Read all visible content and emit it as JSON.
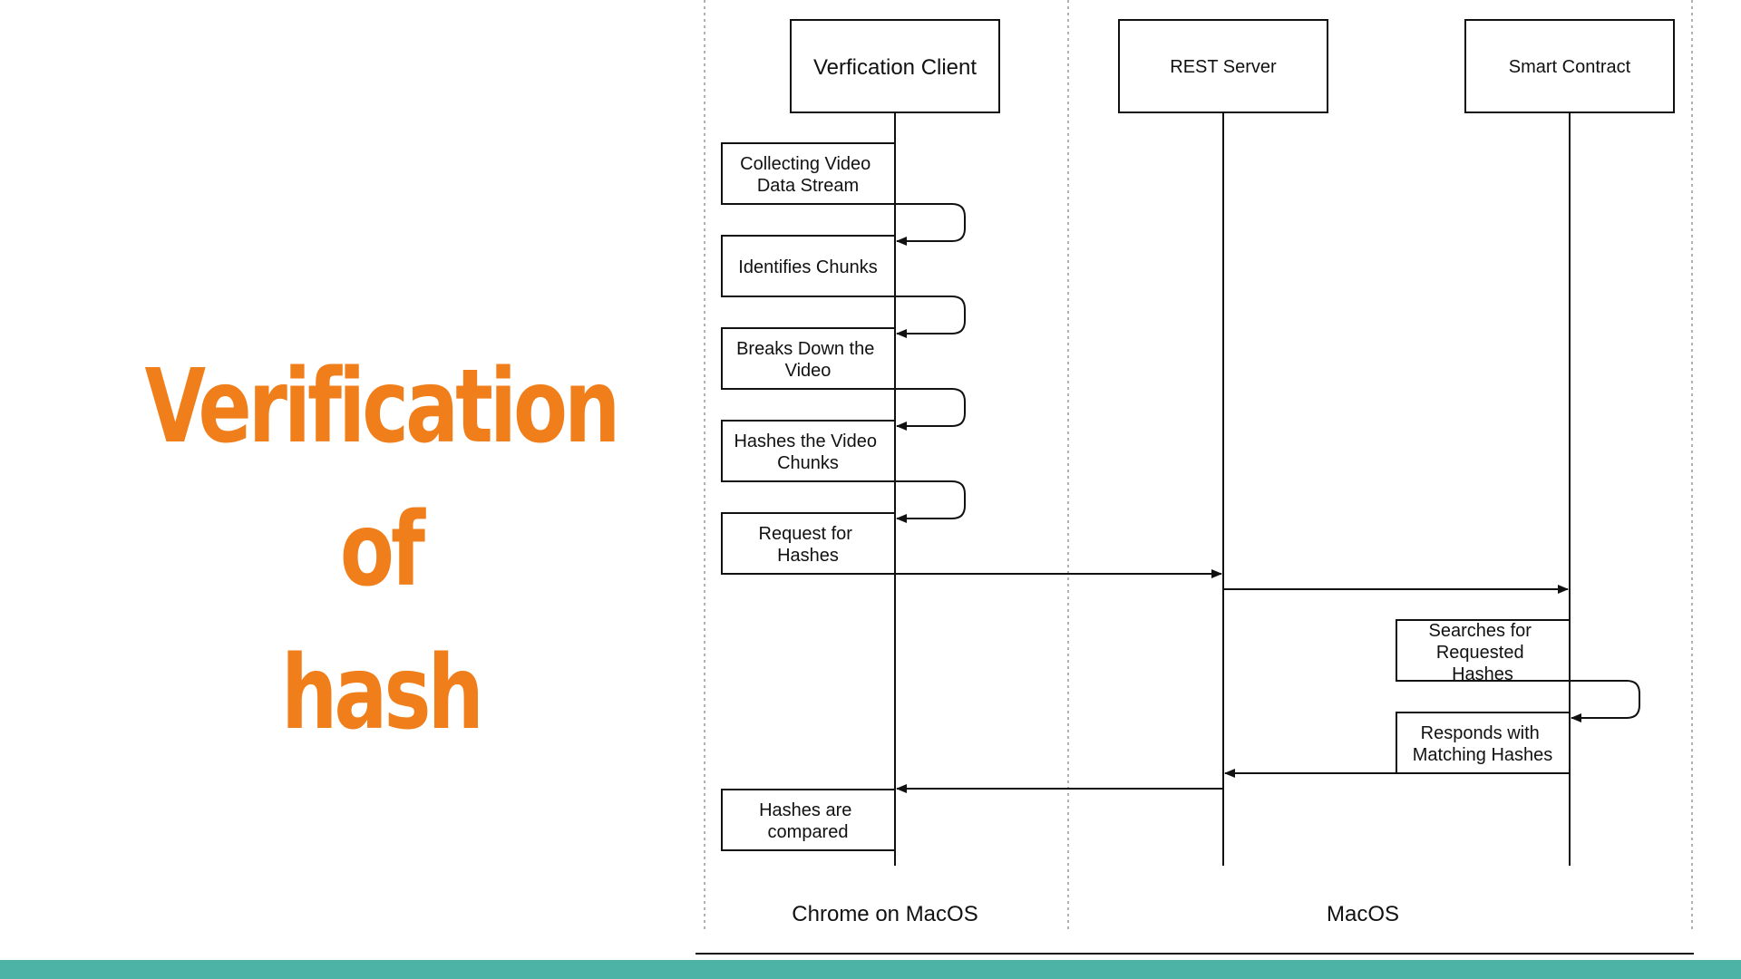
{
  "slide": {
    "title_line1": "Verification of",
    "title_line2": "hash",
    "accent_color": "#f07e1a",
    "footer_color": "#4cb3a6"
  },
  "diagram": {
    "participants": [
      {
        "id": "client",
        "label": "Verfication Client"
      },
      {
        "id": "rest",
        "label": "REST Server"
      },
      {
        "id": "contract",
        "label": "Smart Contract"
      }
    ],
    "steps": [
      {
        "id": "collect",
        "lines": [
          "Collecting Video",
          "Data Stream"
        ]
      },
      {
        "id": "identify",
        "lines": [
          "Identifies Chunks"
        ]
      },
      {
        "id": "breaks",
        "lines": [
          "Breaks Down the",
          "Video"
        ]
      },
      {
        "id": "hashes",
        "lines": [
          "Hashes the Video",
          "Chunks"
        ]
      },
      {
        "id": "request",
        "lines": [
          "Request for",
          "Hashes"
        ]
      },
      {
        "id": "search",
        "lines": [
          "Searches for",
          "Requested",
          "Hashes"
        ]
      },
      {
        "id": "respond",
        "lines": [
          "Responds with",
          "Matching Hashes"
        ]
      },
      {
        "id": "compare",
        "lines": [
          "Hashes are",
          "compared"
        ]
      }
    ],
    "environments": [
      "Chrome on MacOS",
      "MacOS"
    ]
  }
}
